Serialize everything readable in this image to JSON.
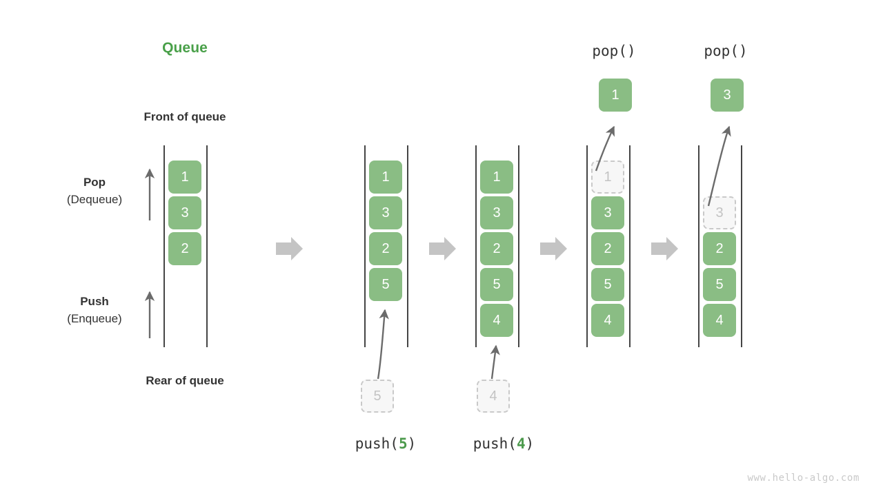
{
  "title": "Queue",
  "colors": {
    "accent_green": "#49a049",
    "cell_green": "#8ABD84",
    "ghost_border": "#c9c9c9",
    "ghost_fill": "#f7f7f7",
    "ghost_text": "#c3c3c3",
    "rail": "#444444",
    "arrow_gray": "#6b6b6b",
    "transition_arrow": "#c4c4c4",
    "text_dark": "#333333",
    "watermark": "#c9c9c9"
  },
  "labels": {
    "front_of_queue": "Front of queue",
    "rear_of_queue": "Rear of queue",
    "pop_title": "Pop",
    "pop_subtitle": "(Dequeue)",
    "push_title": "Push",
    "push_subtitle": "(Enqueue)"
  },
  "watermark": "www.hello-algo.com",
  "stages": [
    {
      "id": "initial",
      "caption": "",
      "caption_prefix": "",
      "caption_arg": "",
      "caption_suffix": "",
      "top_label": "",
      "cells": [
        "1",
        "3",
        "2"
      ],
      "ghost_index": -1,
      "ghost_value": "",
      "incoming_value": "",
      "popped_value": ""
    },
    {
      "id": "push-5",
      "caption": "push(5)",
      "caption_prefix": "push(",
      "caption_arg": "5",
      "caption_suffix": ")",
      "top_label": "",
      "cells": [
        "1",
        "3",
        "2",
        "5"
      ],
      "ghost_index": -1,
      "ghost_value": "",
      "incoming_value": "5",
      "popped_value": ""
    },
    {
      "id": "push-4",
      "caption": "push(4)",
      "caption_prefix": "push(",
      "caption_arg": "4",
      "caption_suffix": ")",
      "top_label": "",
      "cells": [
        "1",
        "3",
        "2",
        "5",
        "4"
      ],
      "ghost_index": -1,
      "ghost_value": "",
      "incoming_value": "4",
      "popped_value": ""
    },
    {
      "id": "pop-1",
      "caption": "",
      "caption_prefix": "",
      "caption_arg": "",
      "caption_suffix": "",
      "top_label": "pop()",
      "cells": [
        "1",
        "3",
        "2",
        "5",
        "4"
      ],
      "ghost_index": 0,
      "ghost_value": "1",
      "incoming_value": "",
      "popped_value": "1"
    },
    {
      "id": "pop-3",
      "caption": "",
      "caption_prefix": "",
      "caption_arg": "",
      "caption_suffix": "",
      "top_label": "pop()",
      "cells": [
        "3",
        "2",
        "5",
        "4"
      ],
      "ghost_index": 0,
      "ghost_value": "3",
      "incoming_value": "",
      "popped_value": "3"
    }
  ],
  "columns": {
    "initial": {
      "cells": [
        {
          "value": "1",
          "state": "filled"
        },
        {
          "value": "3",
          "state": "filled"
        },
        {
          "value": "2",
          "state": "filled"
        }
      ]
    },
    "push5": {
      "cells": [
        {
          "value": "1",
          "state": "filled"
        },
        {
          "value": "3",
          "state": "filled"
        },
        {
          "value": "2",
          "state": "filled"
        },
        {
          "value": "5",
          "state": "filled"
        }
      ],
      "incoming": "5"
    },
    "push4": {
      "cells": [
        {
          "value": "1",
          "state": "filled"
        },
        {
          "value": "3",
          "state": "filled"
        },
        {
          "value": "2",
          "state": "filled"
        },
        {
          "value": "5",
          "state": "filled"
        },
        {
          "value": "4",
          "state": "filled"
        }
      ],
      "incoming": "4"
    },
    "pop1": {
      "top_label": "pop()",
      "popped": "1",
      "cells": [
        {
          "value": "1",
          "state": "ghost"
        },
        {
          "value": "3",
          "state": "filled"
        },
        {
          "value": "2",
          "state": "filled"
        },
        {
          "value": "5",
          "state": "filled"
        },
        {
          "value": "4",
          "state": "filled"
        }
      ]
    },
    "pop3": {
      "top_label": "pop()",
      "popped": "3",
      "cells": [
        {
          "value": "3",
          "state": "ghost"
        },
        {
          "value": "2",
          "state": "filled"
        },
        {
          "value": "5",
          "state": "filled"
        },
        {
          "value": "4",
          "state": "filled"
        }
      ]
    }
  }
}
